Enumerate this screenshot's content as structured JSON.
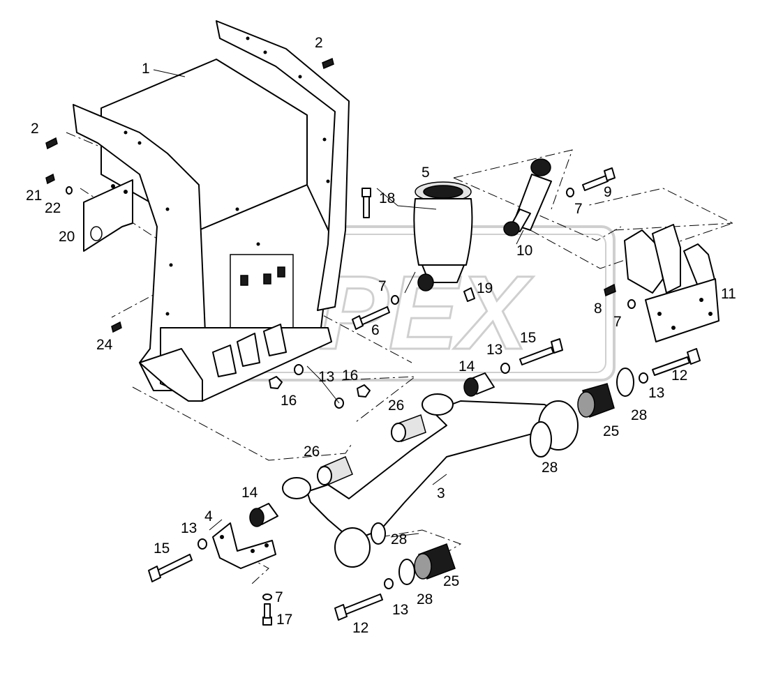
{
  "diagram": {
    "callouts": {
      "c1": "1",
      "c2a": "2",
      "c2b": "2",
      "c3": "3",
      "c4": "4",
      "c5": "5",
      "c6": "6",
      "c7a": "7",
      "c7b": "7",
      "c7c": "7",
      "c7d": "7",
      "c8": "8",
      "c9": "9",
      "c10": "10",
      "c11": "11",
      "c12a": "12",
      "c12b": "12",
      "c13a": "13",
      "c13b": "13",
      "c13c": "13",
      "c13d": "13",
      "c13e": "13",
      "c14a": "14",
      "c14b": "14",
      "c15a": "15",
      "c15b": "15",
      "c16a": "16",
      "c16b": "16",
      "c17": "17",
      "c18": "18",
      "c19": "19",
      "c20": "20",
      "c21": "21",
      "c22": "22",
      "c24": "24",
      "c25a": "25",
      "c25b": "25",
      "c26a": "26",
      "c26b": "26",
      "c28a": "28",
      "c28b": "28",
      "c28c": "28",
      "c28d": "28"
    },
    "watermark": "OPEX"
  }
}
